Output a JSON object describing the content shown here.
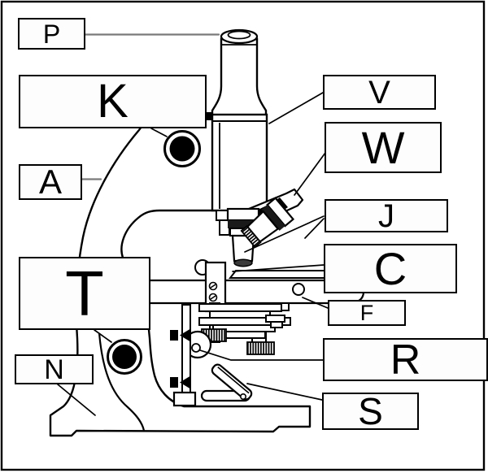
{
  "colors": {
    "background": "#ffffff",
    "line": "#000000",
    "pointer_gray": "#7a7a7a",
    "label_background": "#fdfdfd"
  },
  "labels": [
    {
      "id": "P",
      "letter": "P"
    },
    {
      "id": "K",
      "letter": "K"
    },
    {
      "id": "A",
      "letter": "A"
    },
    {
      "id": "T",
      "letter": "T"
    },
    {
      "id": "N",
      "letter": "N"
    },
    {
      "id": "V",
      "letter": "V"
    },
    {
      "id": "W",
      "letter": "W"
    },
    {
      "id": "J",
      "letter": "J"
    },
    {
      "id": "C",
      "letter": "C"
    },
    {
      "id": "F",
      "letter": "F"
    },
    {
      "id": "R",
      "letter": "R"
    },
    {
      "id": "S",
      "letter": "S"
    }
  ]
}
